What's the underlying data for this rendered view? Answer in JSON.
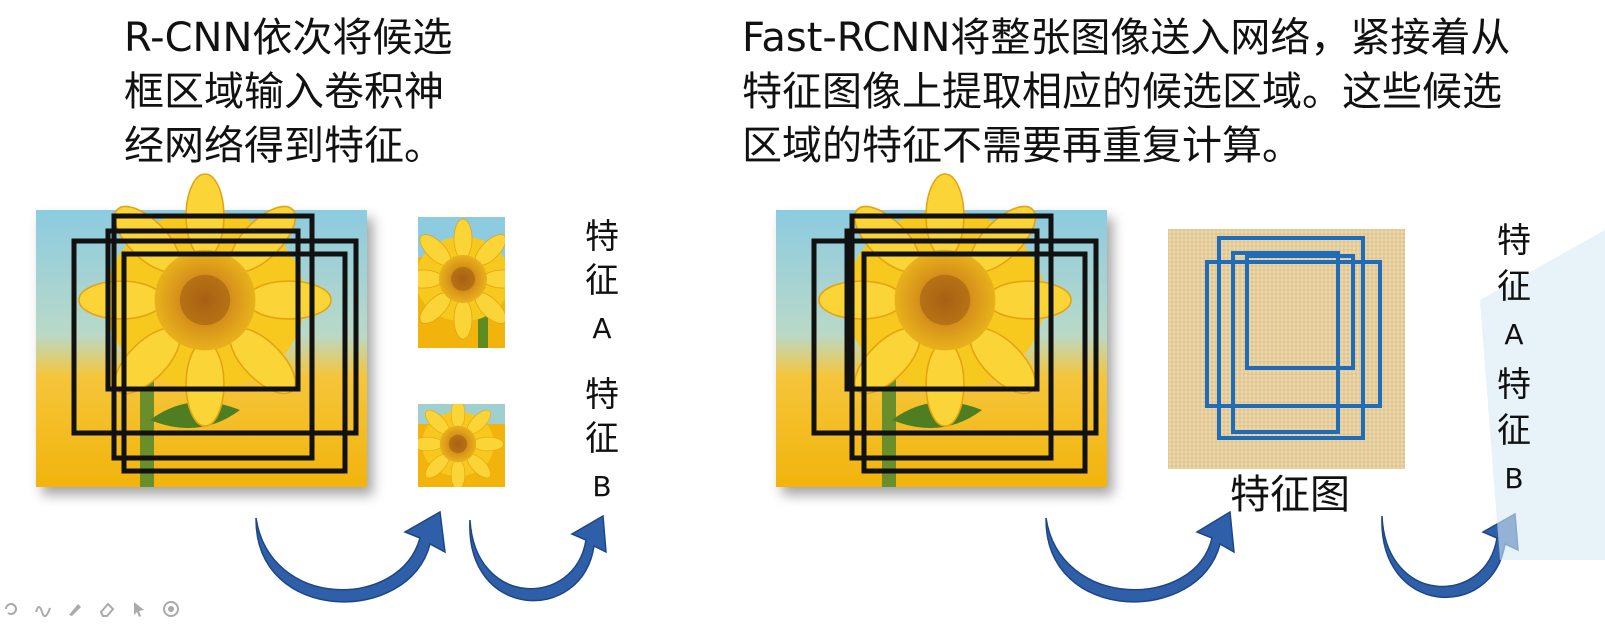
{
  "left_caption": [
    "R-CNN依次将候选",
    "框区域输入卷积神",
    "经网络得到特征。"
  ],
  "right_caption": [
    "Fast-RCNN将整张图像送入网络，紧接着从",
    "特征图像上提取相应的候选区域。这些候选",
    "区域的特征不需要再重复计算。"
  ],
  "left_features": {
    "a": [
      "特",
      "征",
      "A"
    ],
    "b": [
      "特",
      "征",
      "B"
    ]
  },
  "right_features": {
    "a": [
      "特",
      "征",
      "A"
    ],
    "b": [
      "特",
      "征",
      "B"
    ]
  },
  "feature_map_label": "特征图",
  "colors": {
    "arrow": "#2f5fa8",
    "box_black": "#111111",
    "box_blue": "#1f6cb8",
    "sky": "#8cc7db",
    "petal": "#f6c410",
    "texture": "#e7d2a4"
  },
  "toolbar_icons": [
    "undo-icon",
    "pen-squiggle-icon",
    "marker-icon",
    "eraser-icon",
    "pointer-icon",
    "target-icon"
  ]
}
